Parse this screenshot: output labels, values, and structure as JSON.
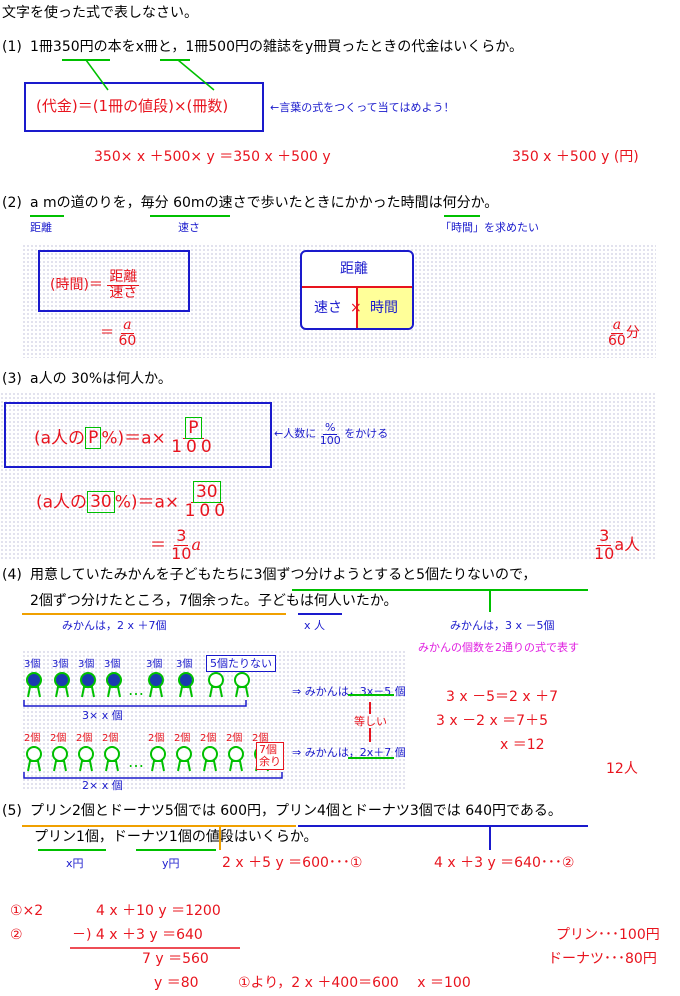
{
  "instruction": "文字を使った式で表しなさい。",
  "q1": {
    "num": "(1)",
    "text": "1冊350円の本をx冊と，1冊500円の雑誌をy冊買ったときの代金はいくらか。",
    "formula": "(代金)＝(1冊の値段)×(冊数)",
    "note": "←言葉の式をつくって当てはめよう！",
    "work": "350× x ＋500× y ＝350 x ＋500 y",
    "answer": "350 x ＋500 y (円)"
  },
  "q2": {
    "num": "(2)",
    "text": "a mの道のりを，毎分 60mの速さで歩いたときにかかった時間は何分か。",
    "label_distance": "距離",
    "label_speed": "速さ",
    "label_want": "「時間」を求めたい",
    "formula_left": "(時間)＝",
    "formula_num": "距離",
    "formula_den": "速さ",
    "eq_prefix": "＝",
    "eq_num": "a",
    "eq_den": "60",
    "diagram_top": "距離",
    "diagram_left": "速さ",
    "diagram_times": "×",
    "diagram_right": "時間",
    "answer_num": "a",
    "answer_den": "60",
    "answer_unit": "分"
  },
  "q3": {
    "num": "(3)",
    "text": "a人の 30%は何人か。",
    "formula_a": "(a人の",
    "formula_p": "P",
    "formula_pct": "%)＝a×",
    "formula_num": "P",
    "formula_den": "100",
    "note_prefix": "←人数に",
    "note_num": "%",
    "note_den": "100",
    "note_suffix": "をかける",
    "sub_a": "(a人の",
    "sub_p": "30",
    "sub_pct": "%)＝a×",
    "sub_num": "30",
    "sub_den": "100",
    "eq_prefix": "＝",
    "eq_num": "3",
    "eq_den": "10",
    "eq_var": "a",
    "answer_num": "3",
    "answer_den": "10",
    "answer_var": "a人"
  },
  "q4": {
    "num": "(4)",
    "line1": "用意していたみかんを子どもたちに3個ずつ分けようとすると5個たりないので，",
    "line2": "2個ずつ分けたところ，7個余った。子どもは何人いたか。",
    "label_a": "みかんは，2 x ＋7個",
    "label_b": "x 人",
    "label_c": "みかんは，3 x －5個",
    "label_d": "みかんの個数を2通りの式で表す",
    "top_counts": [
      "3個",
      "3個",
      "3個",
      "3個",
      "3個",
      "3個"
    ],
    "short_label": "5個たりない",
    "top_brace": "3× x 個",
    "top_arrow": "⇒ みかんは，3x－5 個",
    "equal_label": "等しい",
    "bottom_counts": [
      "2個",
      "2個",
      "2個",
      "2個",
      "2個",
      "2個",
      "2個",
      "2個",
      "2個"
    ],
    "extra_label": "7個余り",
    "bottom_brace": "2× x 個",
    "bottom_arrow": "⇒ みかんは，2x＋7 個",
    "work1": "3 x －5＝2 x ＋7",
    "work2": "3 x －2 x ＝7＋5",
    "work3": "x ＝12",
    "answer": "12人"
  },
  "q5": {
    "num": "(5)",
    "line1": "プリン2個とドーナツ5個では 600円，プリン4個とドーナツ3個では 640円である。",
    "line2": "プリン1個，ドーナツ1個の値段はいくらか。",
    "label_x": "x円",
    "label_y": "y円",
    "eq1": "2 x ＋5 y ＝600･･･①",
    "eq2": "4 x ＋3 y ＝640･･･②",
    "row1_label": "①×2",
    "row1": "4 x ＋10 y ＝1200",
    "row2_label": "②",
    "row2": "－) 4 x ＋3 y ＝640",
    "row3": "7 y ＝560",
    "row4a": "y ＝80",
    "row4b": "①より，2 x ＋400＝600　 x ＝100",
    "answer1": "プリン･･･100円",
    "answer2": "ドーナツ･･･80円"
  }
}
